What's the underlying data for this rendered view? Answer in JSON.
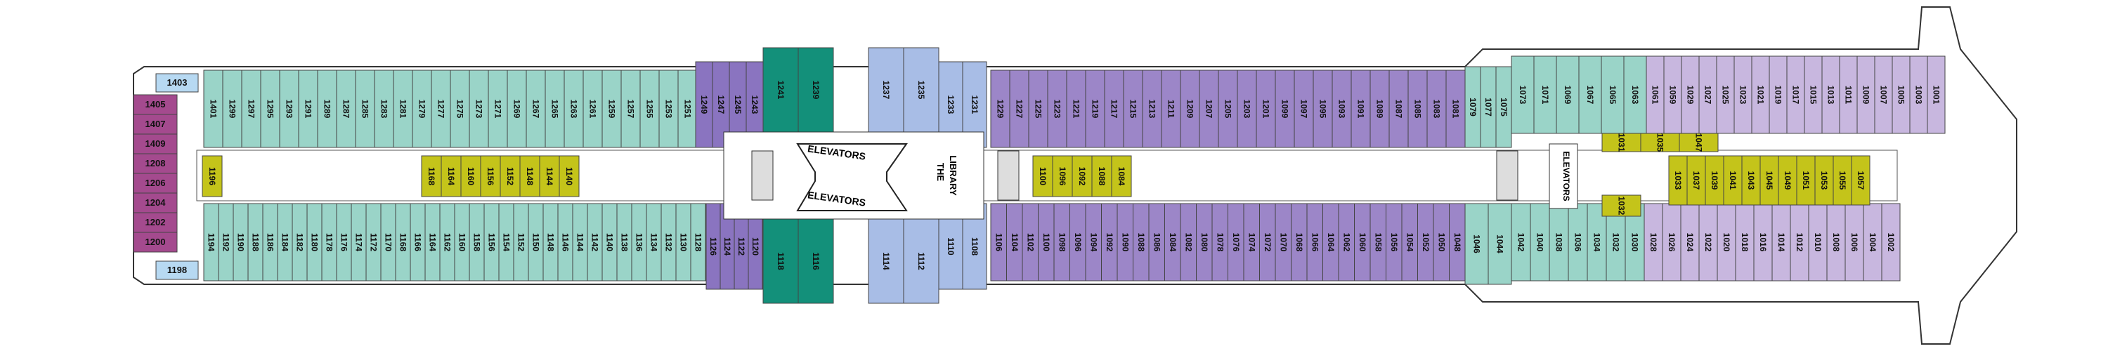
{
  "legend_colors": {
    "suite": "#a44a8e",
    "sky_suite": "#b7d9f2",
    "aqua": "#9ad4c8",
    "concierge": "#9c86c8",
    "deluxe_veranda": "#8a74c0",
    "veranda": "#c8b7df",
    "celebrity": "#13907a",
    "sunset": "#a8bde6",
    "elevator_yellow": "#c4c41a",
    "gap_teal": "#bfe6dc"
  },
  "labels": {
    "elevators_left_top": "ELEVATORS",
    "elevators_left_bottom": "ELEVATORS",
    "library_line1": "THE",
    "library_line2": "LIBRARY",
    "elevators_right": "ELEVATORS"
  },
  "cabins": {
    "suite_left": [
      "1405",
      "1407",
      "1409",
      "1208",
      "1206",
      "1204",
      "1202",
      "1200"
    ],
    "extra_left": [
      "1403",
      "1198"
    ],
    "top_left_row": [
      "1401",
      "1299",
      "1297",
      "1295",
      "1293",
      "1291",
      "1289",
      "1287",
      "1285",
      "1283",
      "1281",
      "1279",
      "1277",
      "1275",
      "1273",
      "1271",
      "1269",
      "1267",
      "1265",
      "1263",
      "1261",
      "1259",
      "1257",
      "1255",
      "1253",
      "1251"
    ],
    "top_wing_left": [
      "1249",
      "1247",
      "1245",
      "1243"
    ],
    "top_center_green": [
      "1241",
      "1239"
    ],
    "top_center_blue": [
      "1237",
      "1235"
    ],
    "top_wing_right": [
      "1233",
      "1231"
    ],
    "top_mid_row": [
      "1229",
      "1227",
      "1225",
      "1223",
      "1221",
      "1219",
      "1217",
      "1215",
      "1213",
      "1211",
      "1209",
      "1207",
      "1205",
      "1203",
      "1201",
      "1099",
      "1097",
      "1095",
      "1093",
      "1091",
      "1089",
      "1087",
      "1085",
      "1083",
      "1081"
    ],
    "top_right_start": [
      "1079",
      "1077",
      "1075"
    ],
    "top_right_aqua": [
      "1073",
      "1071",
      "1069",
      "1067",
      "1065",
      "1063"
    ],
    "top_right_veranda": [
      "1061",
      "1059",
      "1029",
      "1027",
      "1025",
      "1023",
      "1021",
      "1019",
      "1017",
      "1015",
      "1013",
      "1011",
      "1009",
      "1007",
      "1005",
      "1003",
      "1001"
    ],
    "bottom_left_row": [
      "1194",
      "1192",
      "1190",
      "1188",
      "1186",
      "1184",
      "1182",
      "1180",
      "1178",
      "1176",
      "1174",
      "1172",
      "1170",
      "1168",
      "1166",
      "1164",
      "1162",
      "1160",
      "1158",
      "1156",
      "1154",
      "1152",
      "1150",
      "1148",
      "1146",
      "1144",
      "1142",
      "1140",
      "1138",
      "1136",
      "1134",
      "1132",
      "1130",
      "1128"
    ],
    "bottom_wing_left": [
      "1126",
      "1124",
      "1122",
      "1120"
    ],
    "bottom_center_green": [
      "1118",
      "1116"
    ],
    "bottom_center_blue": [
      "1114",
      "1112"
    ],
    "bottom_wing_right": [
      "1110",
      "1108"
    ],
    "bottom_mid_row": [
      "1106",
      "1104",
      "1102",
      "1100",
      "1098",
      "1096",
      "1094",
      "1092",
      "1090",
      "1088",
      "1086",
      "1084",
      "1082",
      "1080",
      "1078",
      "1076",
      "1074",
      "1072",
      "1070",
      "1068",
      "1066",
      "1064",
      "1062",
      "1060",
      "1058",
      "1056",
      "1054",
      "1052",
      "1050",
      "1048"
    ],
    "bottom_right_start": [
      "1046",
      "1044"
    ],
    "bottom_right_aqua": [
      "1042",
      "1040",
      "1038",
      "1036",
      "1034",
      "1032",
      "1030"
    ],
    "bottom_right_veranda": [
      "1028",
      "1026",
      "1024",
      "1022",
      "1020",
      "1018",
      "1016",
      "1014",
      "1012",
      "1010",
      "1008",
      "1006",
      "1004",
      "1002"
    ],
    "yellow_corridor_left": [
      "1196"
    ],
    "yellow_corridor_group1": [
      "1168",
      "1164",
      "1160",
      "1156",
      "1152",
      "1148",
      "1144",
      "1140"
    ],
    "yellow_corridor_group2": [
      "1100",
      "1096",
      "1092",
      "1088",
      "1084"
    ],
    "yellow_right_top": [
      "1031",
      "1035",
      "1047"
    ],
    "yellow_right_mid": [
      "1033",
      "1037",
      "1039",
      "1041",
      "1043",
      "1045",
      "1049",
      "1051",
      "1053",
      "1055",
      "1057"
    ],
    "yellow_right_small": [
      "1032"
    ]
  }
}
